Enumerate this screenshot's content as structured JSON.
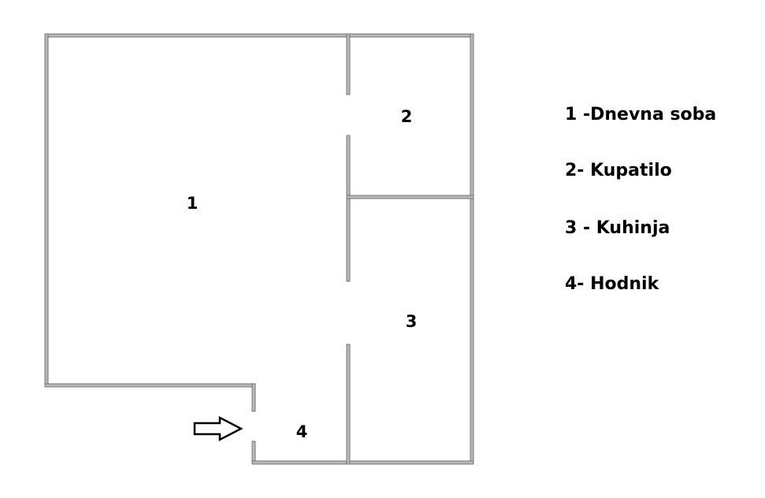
{
  "rooms": {
    "living_room": "1",
    "bathroom": "2",
    "kitchen": "3",
    "hallway": "4"
  },
  "legend": [
    "1 -Dnevna soba",
    "2- Kupatilo",
    "3 - Kuhinja",
    "4- Hodnik"
  ],
  "colors": {
    "wall_fill": "#b8b8b8",
    "wall_edge": "#777777",
    "text": "#000000",
    "background": "#ffffff"
  },
  "icons": {
    "entrance": "arrow-right-outline-icon"
  }
}
